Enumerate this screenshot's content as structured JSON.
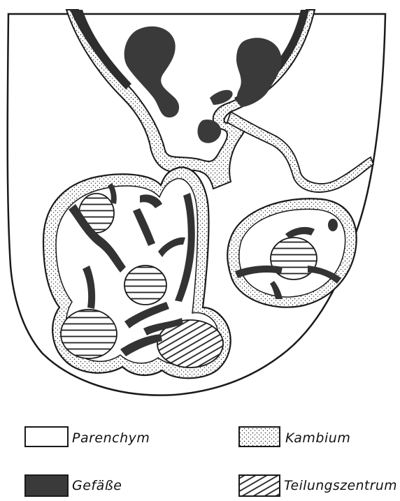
{
  "legend": {
    "items": [
      {
        "key": "parenchyma",
        "label": "Parenchym"
      },
      {
        "key": "cambium",
        "label": "Kambium"
      },
      {
        "key": "vessels",
        "label": "Gefäße"
      },
      {
        "key": "division_centre",
        "label": "Teilungszentrum"
      }
    ]
  },
  "colors": {
    "ink": "#1a1a1a",
    "vessel_fill": "#3a3a3a",
    "paper": "#ffffff"
  }
}
